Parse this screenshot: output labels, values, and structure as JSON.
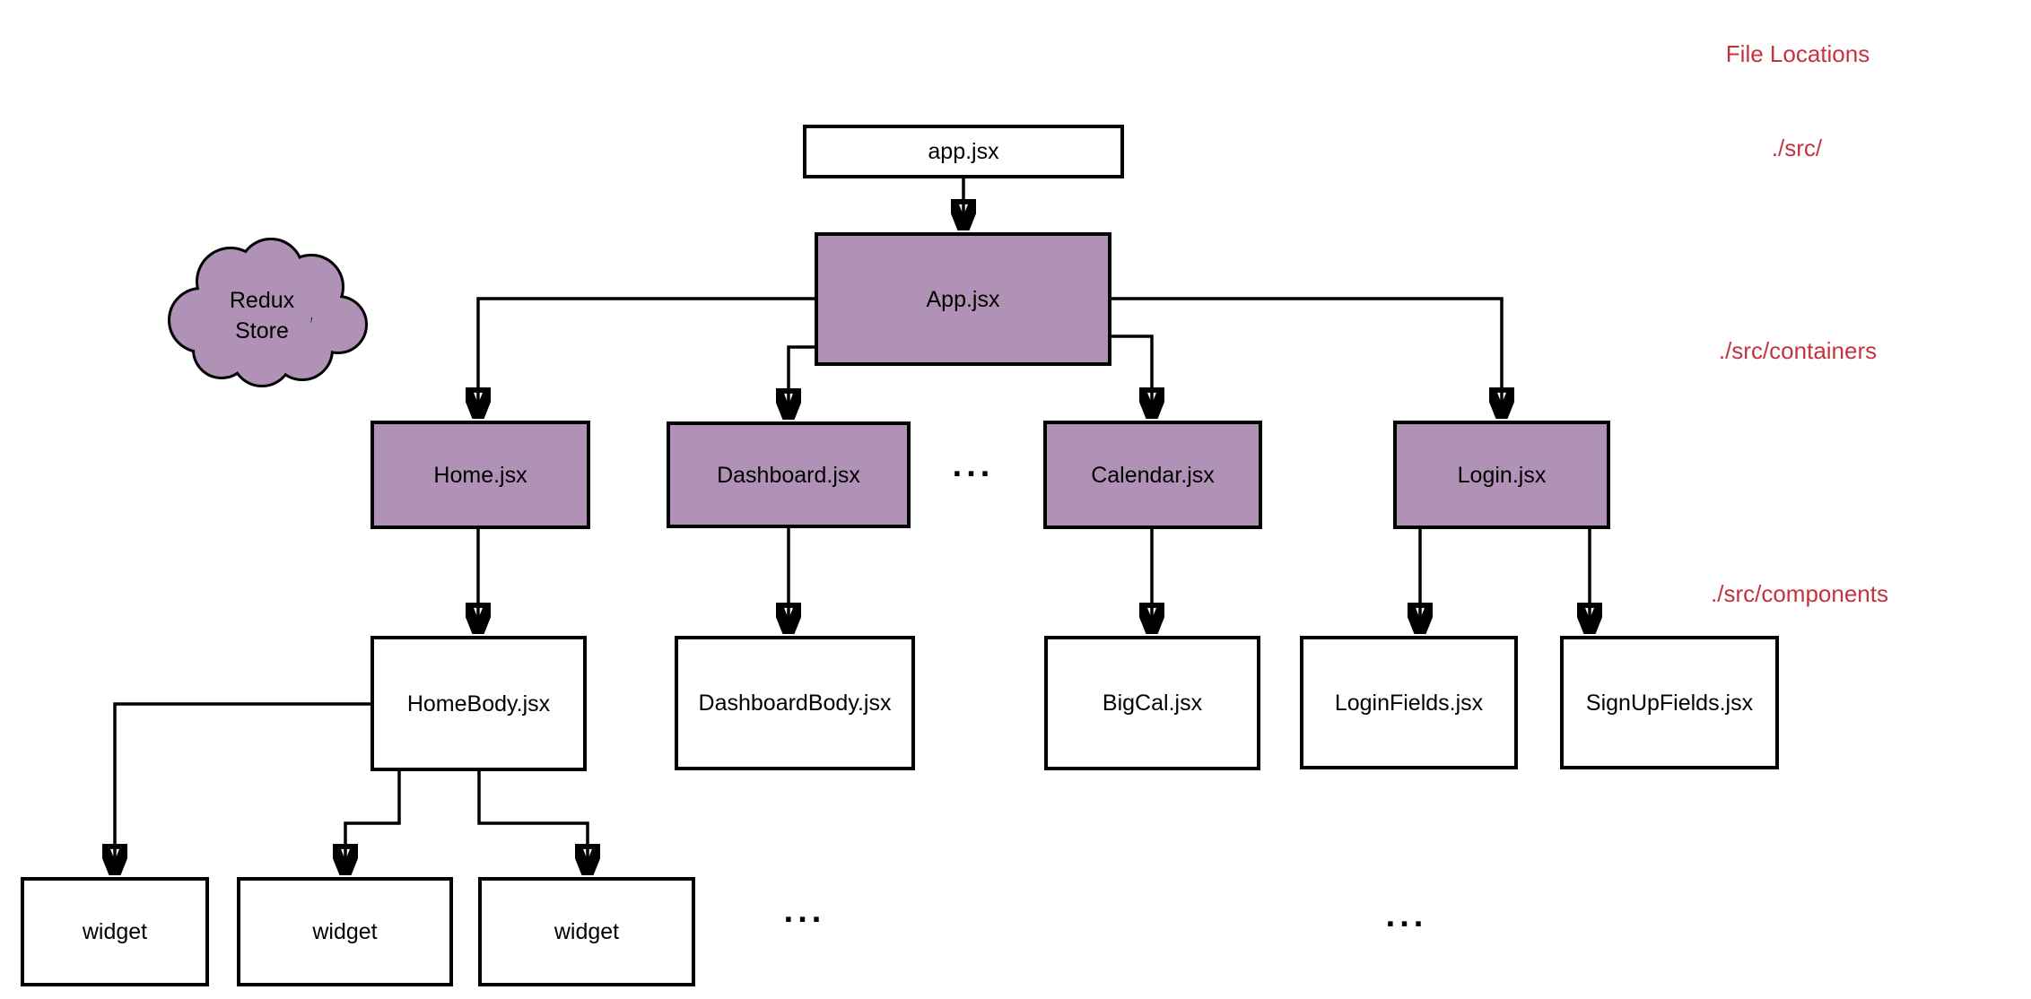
{
  "diagram": {
    "nodes": {
      "app_file": {
        "label": "app.jsx"
      },
      "app_container": {
        "label": "App.jsx"
      },
      "home": {
        "label": "Home.jsx"
      },
      "dashboard": {
        "label": "Dashboard.jsx"
      },
      "calendar": {
        "label": "Calendar.jsx"
      },
      "login": {
        "label": "Login.jsx"
      },
      "homebody": {
        "label": "HomeBody.jsx"
      },
      "dashboardbody": {
        "label": "DashboardBody.jsx"
      },
      "bigcal": {
        "label": "BigCal.jsx"
      },
      "loginfields": {
        "label": "LoginFields.jsx"
      },
      "signupfields": {
        "label": "SignUpFields.jsx"
      },
      "widget": {
        "label": "widget"
      }
    },
    "redux_cloud": {
      "line1": "Redux",
      "line2": "Store"
    },
    "ellipsis": {
      "containers_row": "...",
      "widgets_row": "...",
      "components_row": "..."
    },
    "file_locations": {
      "heading": "File Locations",
      "src": "./src/",
      "containers": "./src/containers",
      "components": "./src/components"
    },
    "colors": {
      "purple_fill": "#b092b6",
      "white_fill": "#ffffff",
      "line_stroke": "#000000",
      "annotation_red": "#c5333f"
    }
  }
}
